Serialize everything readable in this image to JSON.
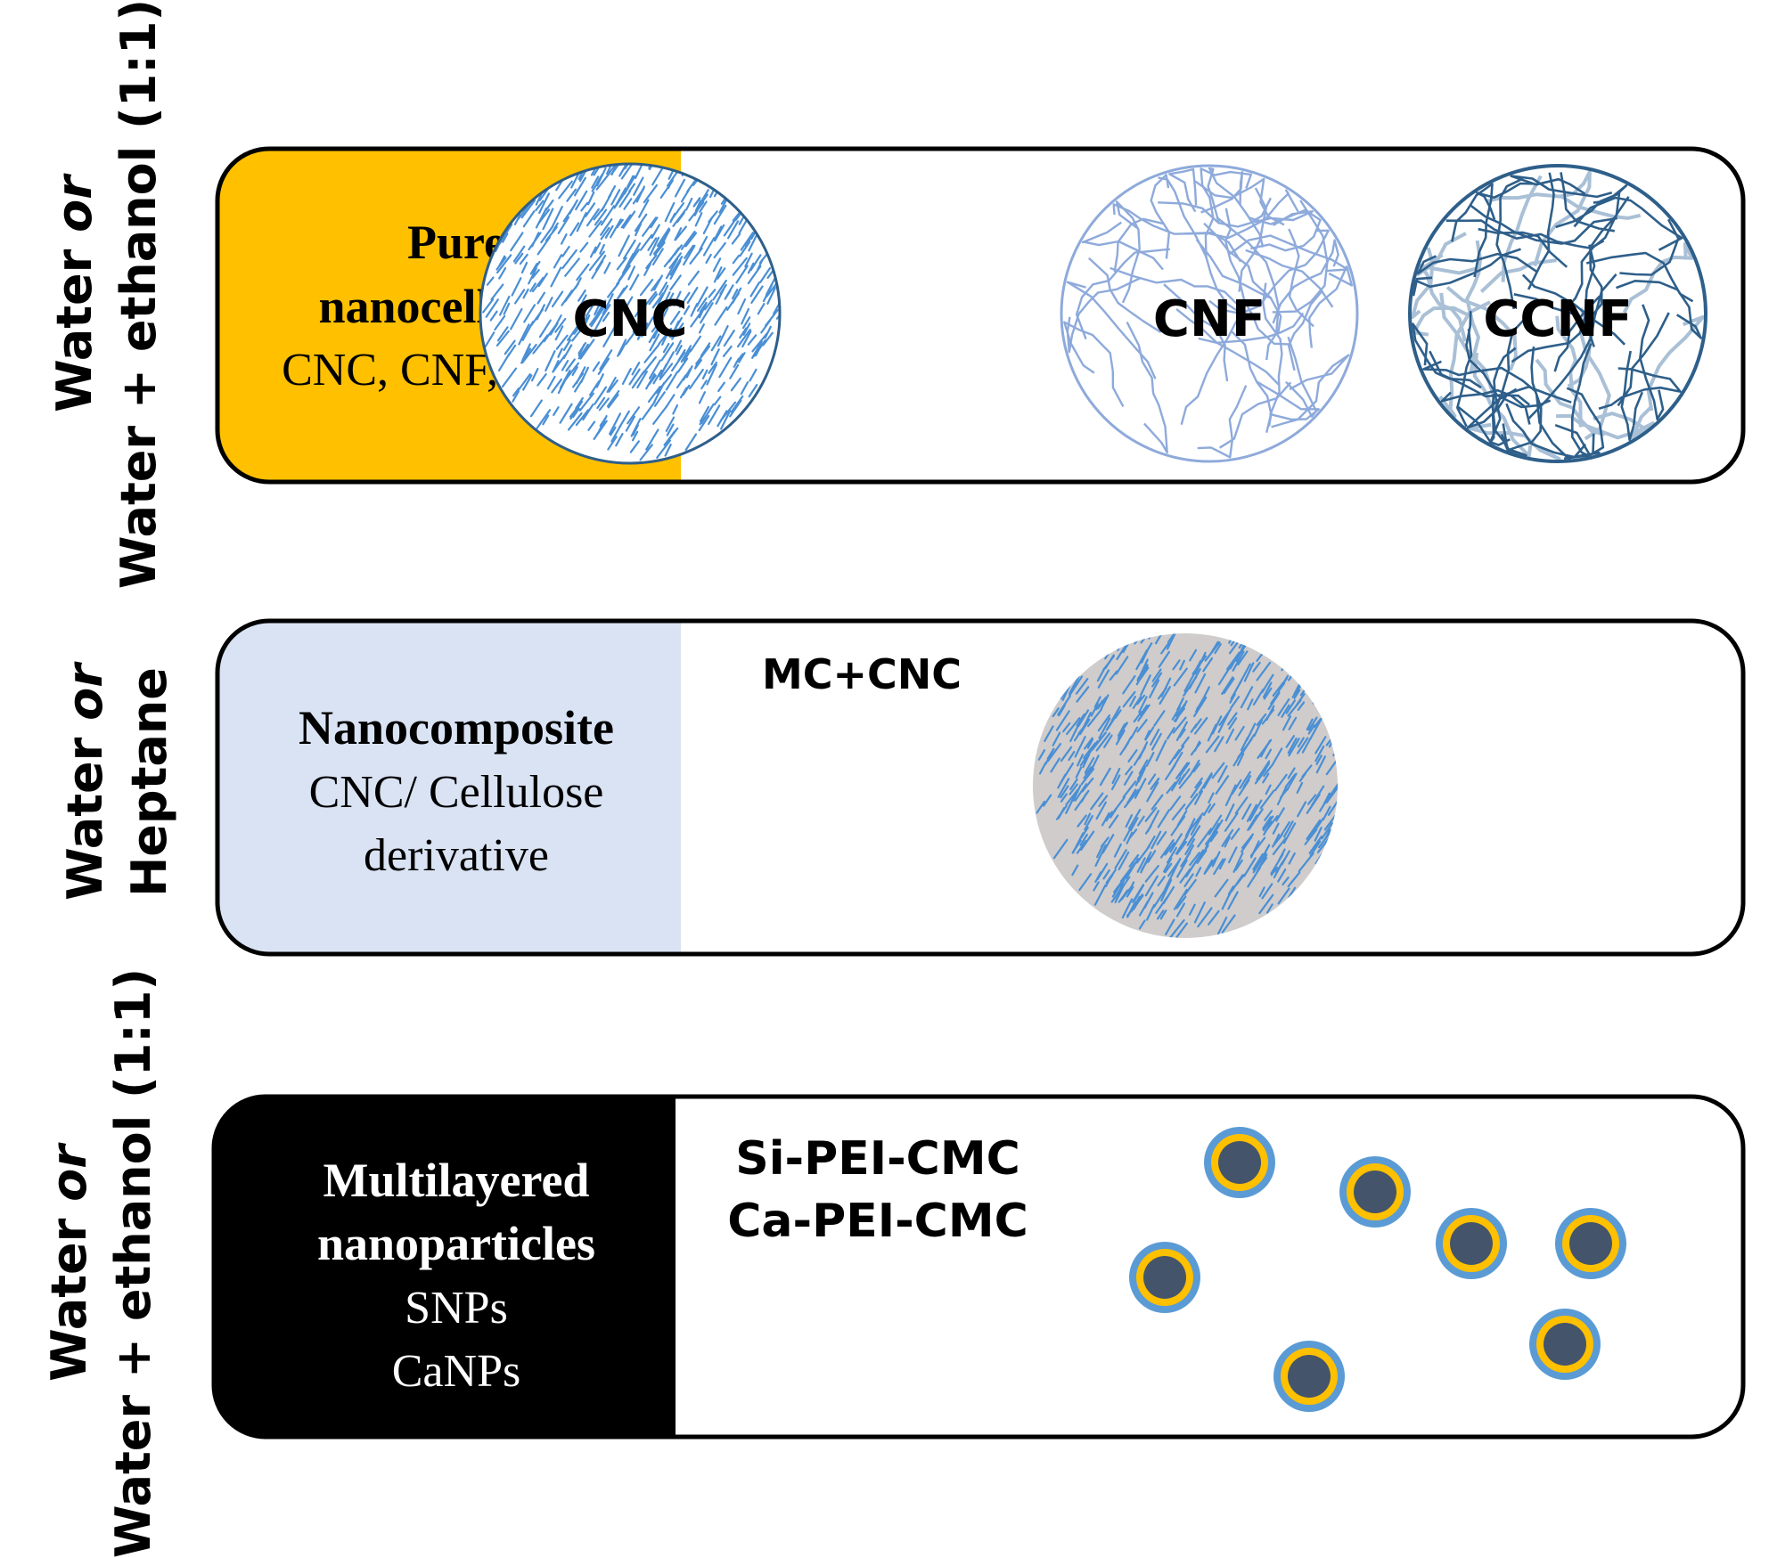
{
  "rows": [
    {
      "side_label": {
        "line1_plain": "Water ",
        "line1_italic": "or",
        "line2": "Water + ethanol (1:1)"
      },
      "panel": {
        "title_lines": [
          "Pure",
          "nanocellulose"
        ],
        "subtitle_lines": [
          "CNC, CNF, CCNF"
        ],
        "fill": "#ffc000",
        "text_color": "#000000"
      },
      "items": [
        {
          "label": "CNC",
          "pattern": "rods"
        },
        {
          "label": "CNF",
          "pattern": "fibers-light"
        },
        {
          "label": "CCNF",
          "pattern": "fibers-dense"
        }
      ]
    },
    {
      "side_label": {
        "line1_plain": "Water ",
        "line1_italic": "or",
        "line2": "Heptane"
      },
      "panel": {
        "title_lines": [
          "Nanocomposite"
        ],
        "subtitle_lines": [
          "CNC/ Cellulose",
          "derivative"
        ],
        "fill": "#dae3f3",
        "text_color": "#000000"
      },
      "items": [
        {
          "label": "MC+CNC",
          "pattern": "rods-on-grey"
        }
      ]
    },
    {
      "side_label": {
        "line1_plain": "Water ",
        "line1_italic": "or",
        "line2": "Water + ethanol (1:1)"
      },
      "panel": {
        "title_lines": [
          "Multilayered",
          "nanoparticles"
        ],
        "subtitle_lines": [
          "SNPs",
          "CaNPs"
        ],
        "fill": "#000000",
        "text_color": "#ffffff"
      },
      "items": [
        {
          "label": "Si-PEI-CMC"
        },
        {
          "label": "Ca-PEI-CMC"
        }
      ]
    }
  ],
  "colors": {
    "rod_blue": "#4a8fd4",
    "fiber_light": "#8eaadb",
    "fiber_dark": "#2e5f8a",
    "fiber_grey": "#a9c0d6",
    "circle_outline": "#2e5f8a",
    "grey_disc": "#cfcccb",
    "particle_outer": "#5b9bd5",
    "particle_mid": "#ffc000",
    "particle_core": "#44546a"
  }
}
